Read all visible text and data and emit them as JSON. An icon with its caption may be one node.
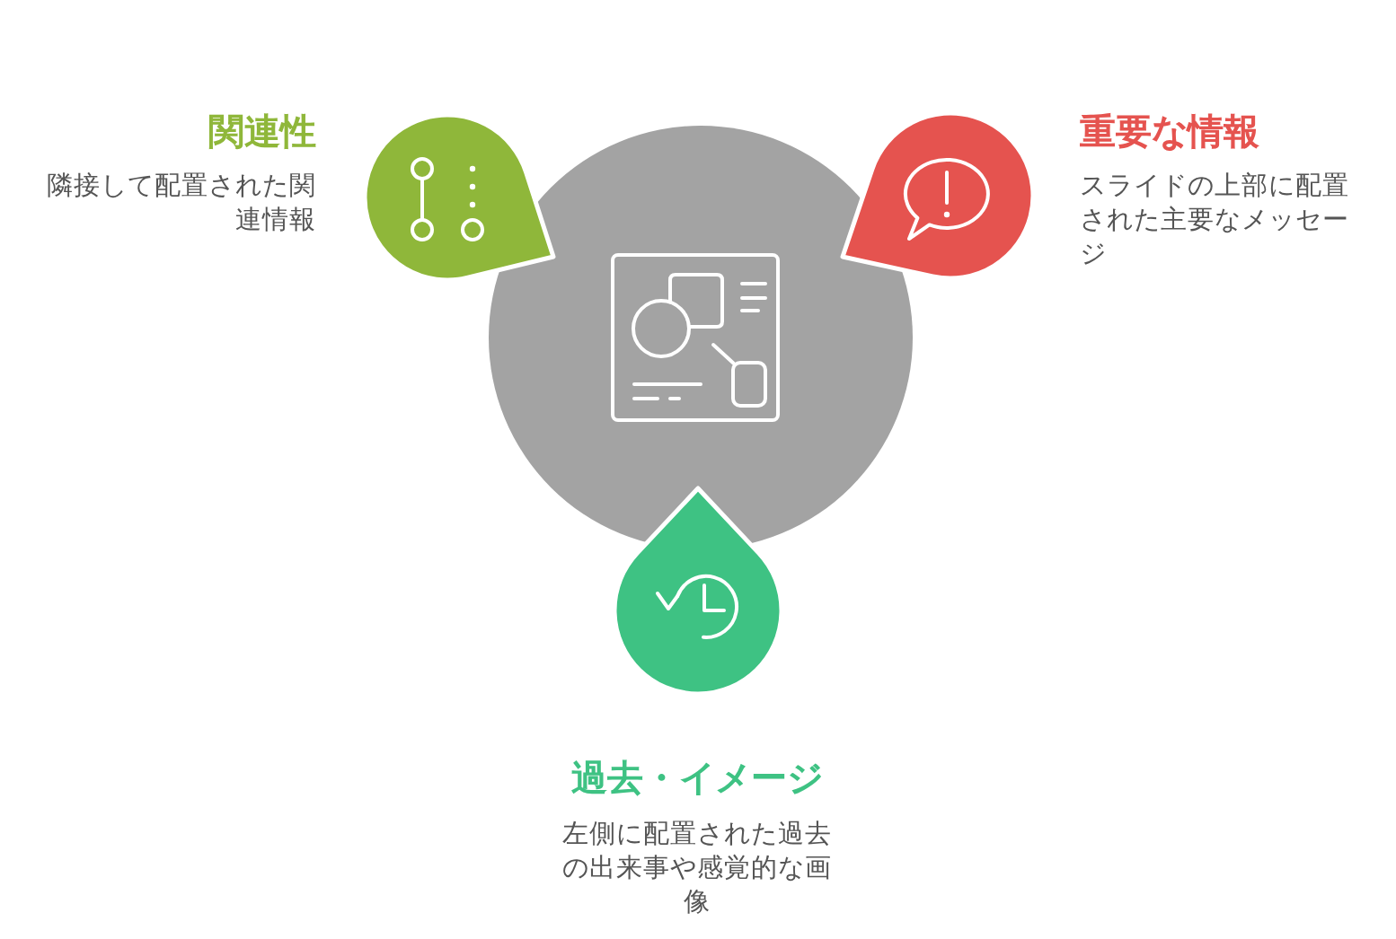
{
  "diagram": {
    "nodes": [
      {
        "text": [],
        "shape": "circle"
      },
      {
        "text": [
          "関連性",
          "隣接して配置された関連情報"
        ]
      },
      {
        "text": [
          "重要な情報",
          "スライドの上部に配置された主要なメッセージ"
        ]
      },
      {
        "text": [
          "過去・イメージ",
          "左側に配置された過去の出来事や感覚的な画像"
        ]
      }
    ]
  }
}
